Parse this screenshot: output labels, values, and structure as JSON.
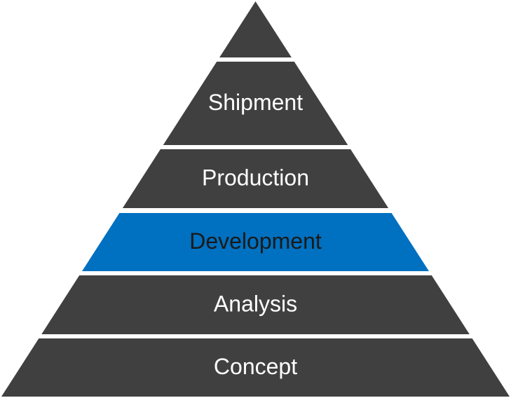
{
  "pyramid": {
    "layers": [
      {
        "label": "",
        "fill": "#404040",
        "text_color": "#ffffff"
      },
      {
        "label": "Shipment",
        "fill": "#404040",
        "text_color": "#ffffff"
      },
      {
        "label": "Production",
        "fill": "#404040",
        "text_color": "#ffffff"
      },
      {
        "label": "Development",
        "fill": "#0070c0",
        "text_color": "#1a1a1a"
      },
      {
        "label": "Analysis",
        "fill": "#404040",
        "text_color": "#ffffff"
      },
      {
        "label": "Concept",
        "fill": "#404040",
        "text_color": "#ffffff"
      }
    ]
  }
}
